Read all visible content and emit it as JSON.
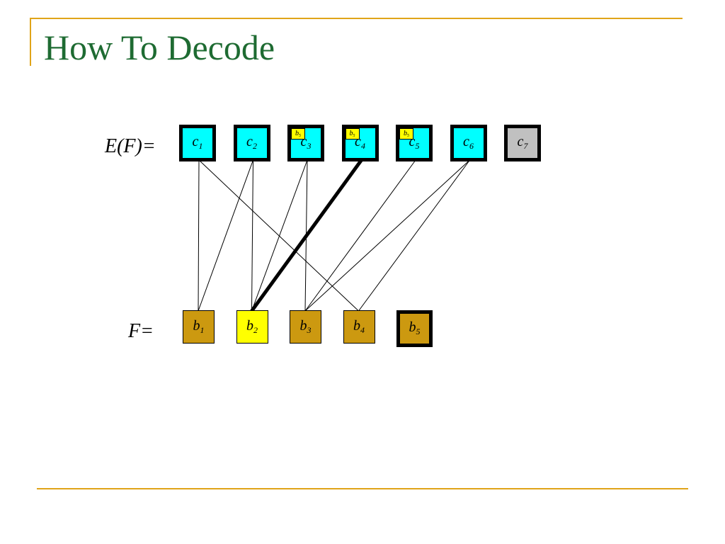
{
  "title": "How To Decode",
  "labels": {
    "ef": "E(F)=",
    "f": "F="
  },
  "colors": {
    "title": "#1e6b32",
    "rule": "#e0a419",
    "received": "#00ffff",
    "missing": "#c0c0c0",
    "source": "#cc9910",
    "highlight": "#ffff00"
  },
  "check_blocks": [
    {
      "letter": "c",
      "index": "1",
      "state": "received",
      "tag": null
    },
    {
      "letter": "c",
      "index": "2",
      "state": "received",
      "tag": null
    },
    {
      "letter": "c",
      "index": "3",
      "state": "received",
      "tag": {
        "letter": "b",
        "index": "5"
      }
    },
    {
      "letter": "c",
      "index": "4",
      "state": "received",
      "tag": {
        "letter": "b",
        "index": "5"
      }
    },
    {
      "letter": "c",
      "index": "5",
      "state": "received",
      "tag": {
        "letter": "b",
        "index": "5"
      }
    },
    {
      "letter": "c",
      "index": "6",
      "state": "received",
      "tag": null
    },
    {
      "letter": "c",
      "index": "7",
      "state": "missing",
      "tag": null
    }
  ],
  "source_blocks": [
    {
      "letter": "b",
      "index": "1",
      "style": "normal"
    },
    {
      "letter": "b",
      "index": "2",
      "style": "highlight"
    },
    {
      "letter": "b",
      "index": "3",
      "style": "normal"
    },
    {
      "letter": "b",
      "index": "4",
      "style": "normal"
    },
    {
      "letter": "b",
      "index": "5",
      "style": "thick"
    }
  ],
  "edges": [
    {
      "from": "c1",
      "to": "b1",
      "bold": false
    },
    {
      "from": "c1",
      "to": "b4",
      "bold": false
    },
    {
      "from": "c2",
      "to": "b1",
      "bold": false
    },
    {
      "from": "c2",
      "to": "b2",
      "bold": false
    },
    {
      "from": "c3",
      "to": "b2",
      "bold": false
    },
    {
      "from": "c3",
      "to": "b3",
      "bold": false
    },
    {
      "from": "c4",
      "to": "b2",
      "bold": true
    },
    {
      "from": "c5",
      "to": "b3",
      "bold": false
    },
    {
      "from": "c6",
      "to": "b3",
      "bold": false
    },
    {
      "from": "c6",
      "to": "b4",
      "bold": false
    }
  ]
}
